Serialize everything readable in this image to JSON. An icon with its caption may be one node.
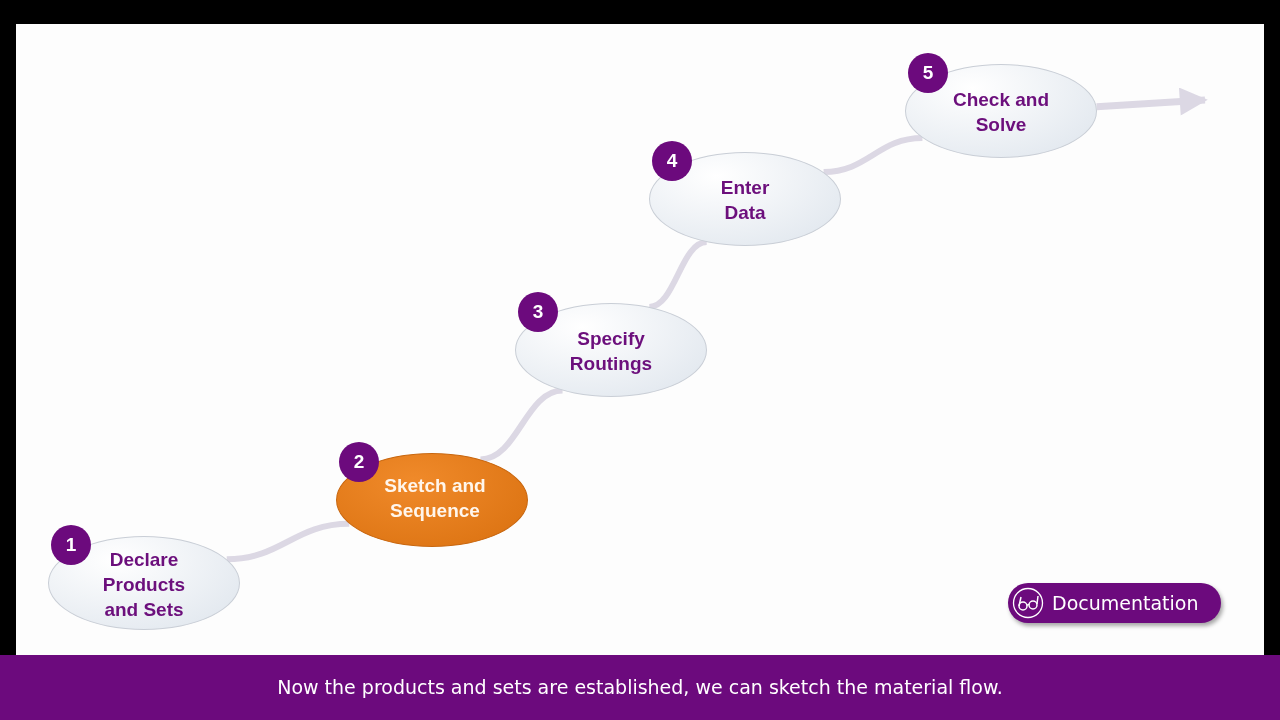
{
  "diagram": {
    "caption": "Now the products and sets are established, we can sketch the material flow.",
    "nodes": [
      {
        "text": [
          "1",
          "Declare Products and Sets"
        ]
      },
      {
        "text": [
          "2",
          "Sketch and Sequence"
        ]
      },
      {
        "text": [
          "3",
          "Specify Routings"
        ]
      },
      {
        "text": [
          "4",
          "Enter Data"
        ]
      },
      {
        "text": [
          "5",
          "Check and Solve"
        ]
      }
    ],
    "edges": [
      {
        "from": 0,
        "to": 1,
        "arrow": "none"
      },
      {
        "from": 1,
        "to": 2,
        "arrow": "none"
      },
      {
        "from": 2,
        "to": 3,
        "arrow": "none"
      },
      {
        "from": 3,
        "to": 4,
        "arrow": "none"
      },
      {
        "from": 4,
        "to": null,
        "arrow": "to"
      }
    ],
    "labels": [
      "Documentation"
    ]
  }
}
